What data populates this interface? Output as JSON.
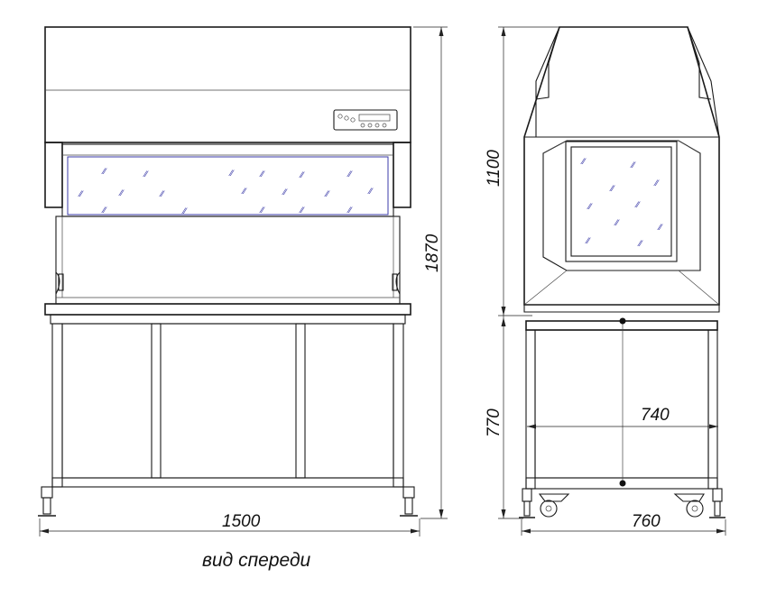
{
  "dimensions": {
    "front_width": "1500",
    "front_height": "1870",
    "side_upper_height": "1100",
    "side_lower_height": "770",
    "side_inner_width": "740",
    "side_outer_width": "760"
  },
  "caption": "вид спереди",
  "colors": {
    "line": "#1a1a1a",
    "glass_outline": "#3b3ba8"
  }
}
